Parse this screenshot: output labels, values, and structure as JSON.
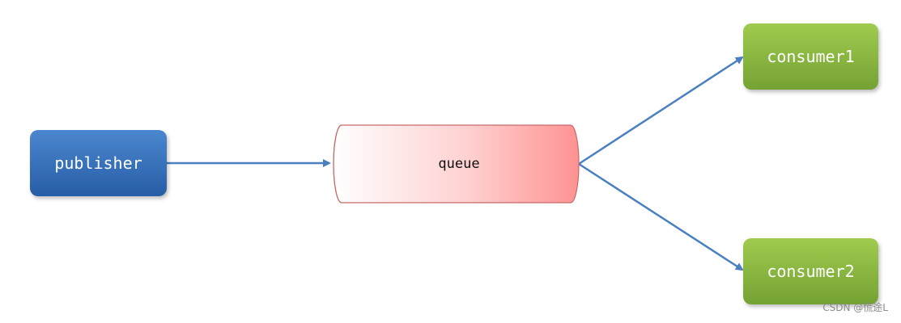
{
  "diagram": {
    "nodes": {
      "publisher": "publisher",
      "queue": "queue",
      "consumer1": "consumer1",
      "consumer2": "consumer2"
    }
  },
  "watermark": "CSDN @慌途L",
  "colors": {
    "publisher": "#3a74bd",
    "consumer": "#8cbb3f",
    "queue_fill": "#ff9d9d",
    "queue_stroke": "#c66a6a",
    "arrow": "#4a7fc0"
  }
}
